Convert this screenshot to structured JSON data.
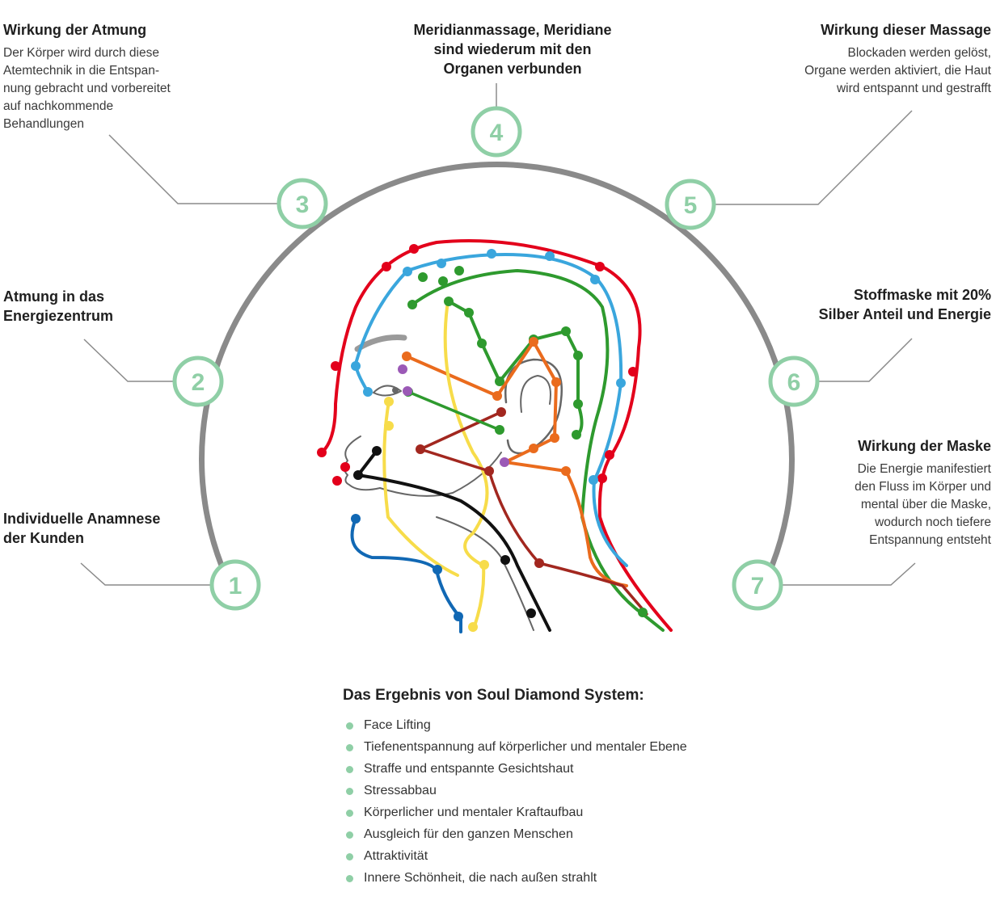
{
  "steps": [
    {
      "number": "1",
      "title": "Individuelle Anamnese\nder Kunden",
      "text": ""
    },
    {
      "number": "2",
      "title": "Atmung in das\nEnergiezentrum",
      "text": ""
    },
    {
      "number": "3",
      "title": "Wirkung der Atmung",
      "text": "Der Körper wird durch diese\nAtemtechnik in die Entspan-\nnung gebracht und vorbereitet\nauf nachkommende\nBehandlungen"
    },
    {
      "number": "4",
      "title": "Meridianmassage, Meridiane\nsind wiederum mit den\nOrganen verbunden",
      "text": ""
    },
    {
      "number": "5",
      "title": "Wirkung dieser Massage",
      "text": "Blockaden werden gelöst,\nOrgane werden aktiviert, die Haut\nwird entspannt und gestrafft"
    },
    {
      "number": "6",
      "title": "Stoffmaske mit 20%\nSilber Anteil und Energie",
      "text": ""
    },
    {
      "number": "7",
      "title": "Wirkung der Maske",
      "text": "Die Energie manifestiert\nden Fluss im Körper und\nmental über die Maske,\nwodurch noch tiefere\nEntspannung entsteht"
    }
  ],
  "result": {
    "title": "Das Ergebnis von Soul Diamond System:",
    "items": [
      "Face Lifting",
      "Tiefenentspannung auf körperlicher und mentaler Ebene",
      "Straffe und entspannte Gesichtshaut",
      "Stressabbau",
      "Körperlicher und mentaler Kraftaufbau",
      "Ausgleich für den ganzen Menschen",
      "Attraktivität",
      "Innere Schönheit, die nach außen strahlt"
    ]
  },
  "colors": {
    "accent_green": "#8fcfa6",
    "arc_grey": "#8a8a8a",
    "meridian_red": "#e3001b",
    "meridian_light_blue": "#3aa6dd",
    "meridian_green": "#2e9a2e",
    "meridian_yellow": "#f7dc4a",
    "meridian_orange": "#ea6b1d",
    "meridian_dark_red": "#a2271f",
    "meridian_black": "#111111",
    "meridian_blue": "#1168b4",
    "meridian_purple": "#9b59b6"
  }
}
